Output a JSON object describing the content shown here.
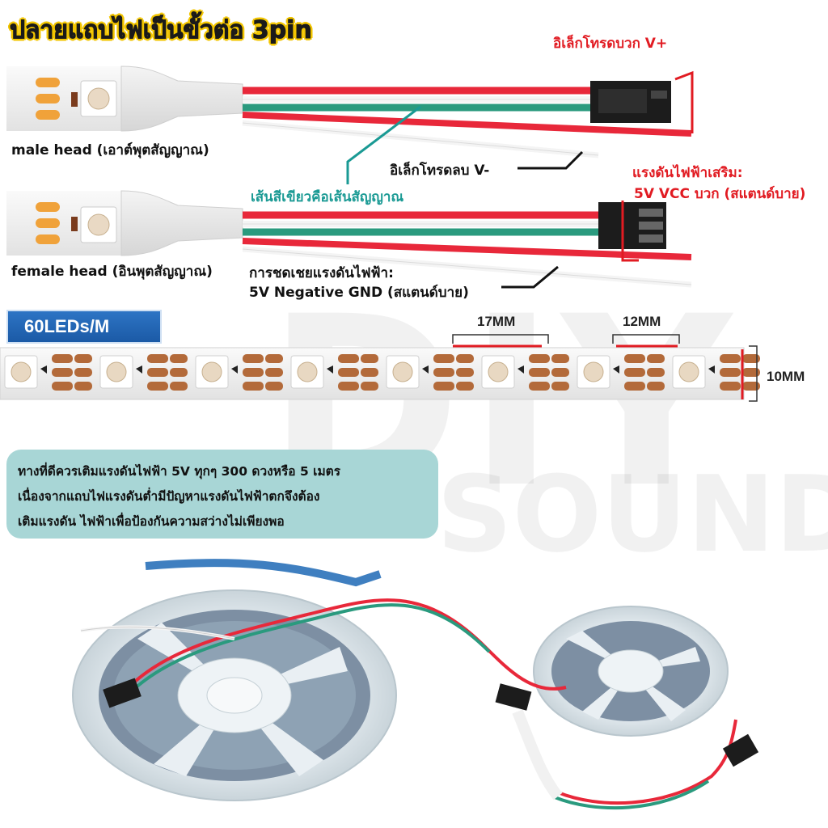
{
  "title": "ปลายแถบไฟเป็นขั้วต่อ 3pin",
  "male_head_label": "male head (เอาต์พุตสัญญาณ)",
  "female_head_label": "female head (อินพุตสัญญาณ)",
  "v_plus_label": "อิเล็กโทรดบวก V+",
  "v_minus_label": "อิเล็กโทรดลบ V-",
  "signal_label": "เส้นสีเขียวคือเส้นสัญญาณ",
  "boost_line1": "แรงดันไฟฟ้าเสริม:",
  "boost_line2": "5V VCC บวก (สแตนด์บาย)",
  "gnd_line1": "การชดเชยแรงดันไฟฟ้า:",
  "gnd_line2": "5V Negative GND (สแตนด์บาย)",
  "density_badge": "60LEDs/M",
  "dim_17": "17MM",
  "dim_12": "12MM",
  "dim_10": "10MM",
  "note_lines": [
    "ทางที่ดีควรเติมแรงดันไฟฟ้า 5V ทุกๆ 300 ดวงหรือ 5 เมตร",
    "เนื่องจากแถบไฟแรงดันต่ำมีปัญหาแรงดันไฟฟ้าตกจึงต้อง",
    "เติมแรงดัน ไฟฟ้าเพื่อป้องกันความสว่างไม่เพียงพอ"
  ],
  "watermark_1": "DIY",
  "watermark_2": "SOUND",
  "colors": {
    "red_wire": "#e8283a",
    "green_wire": "#2a9a7e",
    "white_wire": "#f4f4f4",
    "connector": "#1c1c1c",
    "strip": "#f1f1f1",
    "copper_pad": "#b36a3a",
    "accent_red": "#e11b22",
    "accent_teal": "#1a9a94",
    "badge_blue": "#1b5aa6",
    "note_bg": "#a8d6d6"
  },
  "icons": [
    "led-chip-icon",
    "connector-icon",
    "reel-icon"
  ]
}
